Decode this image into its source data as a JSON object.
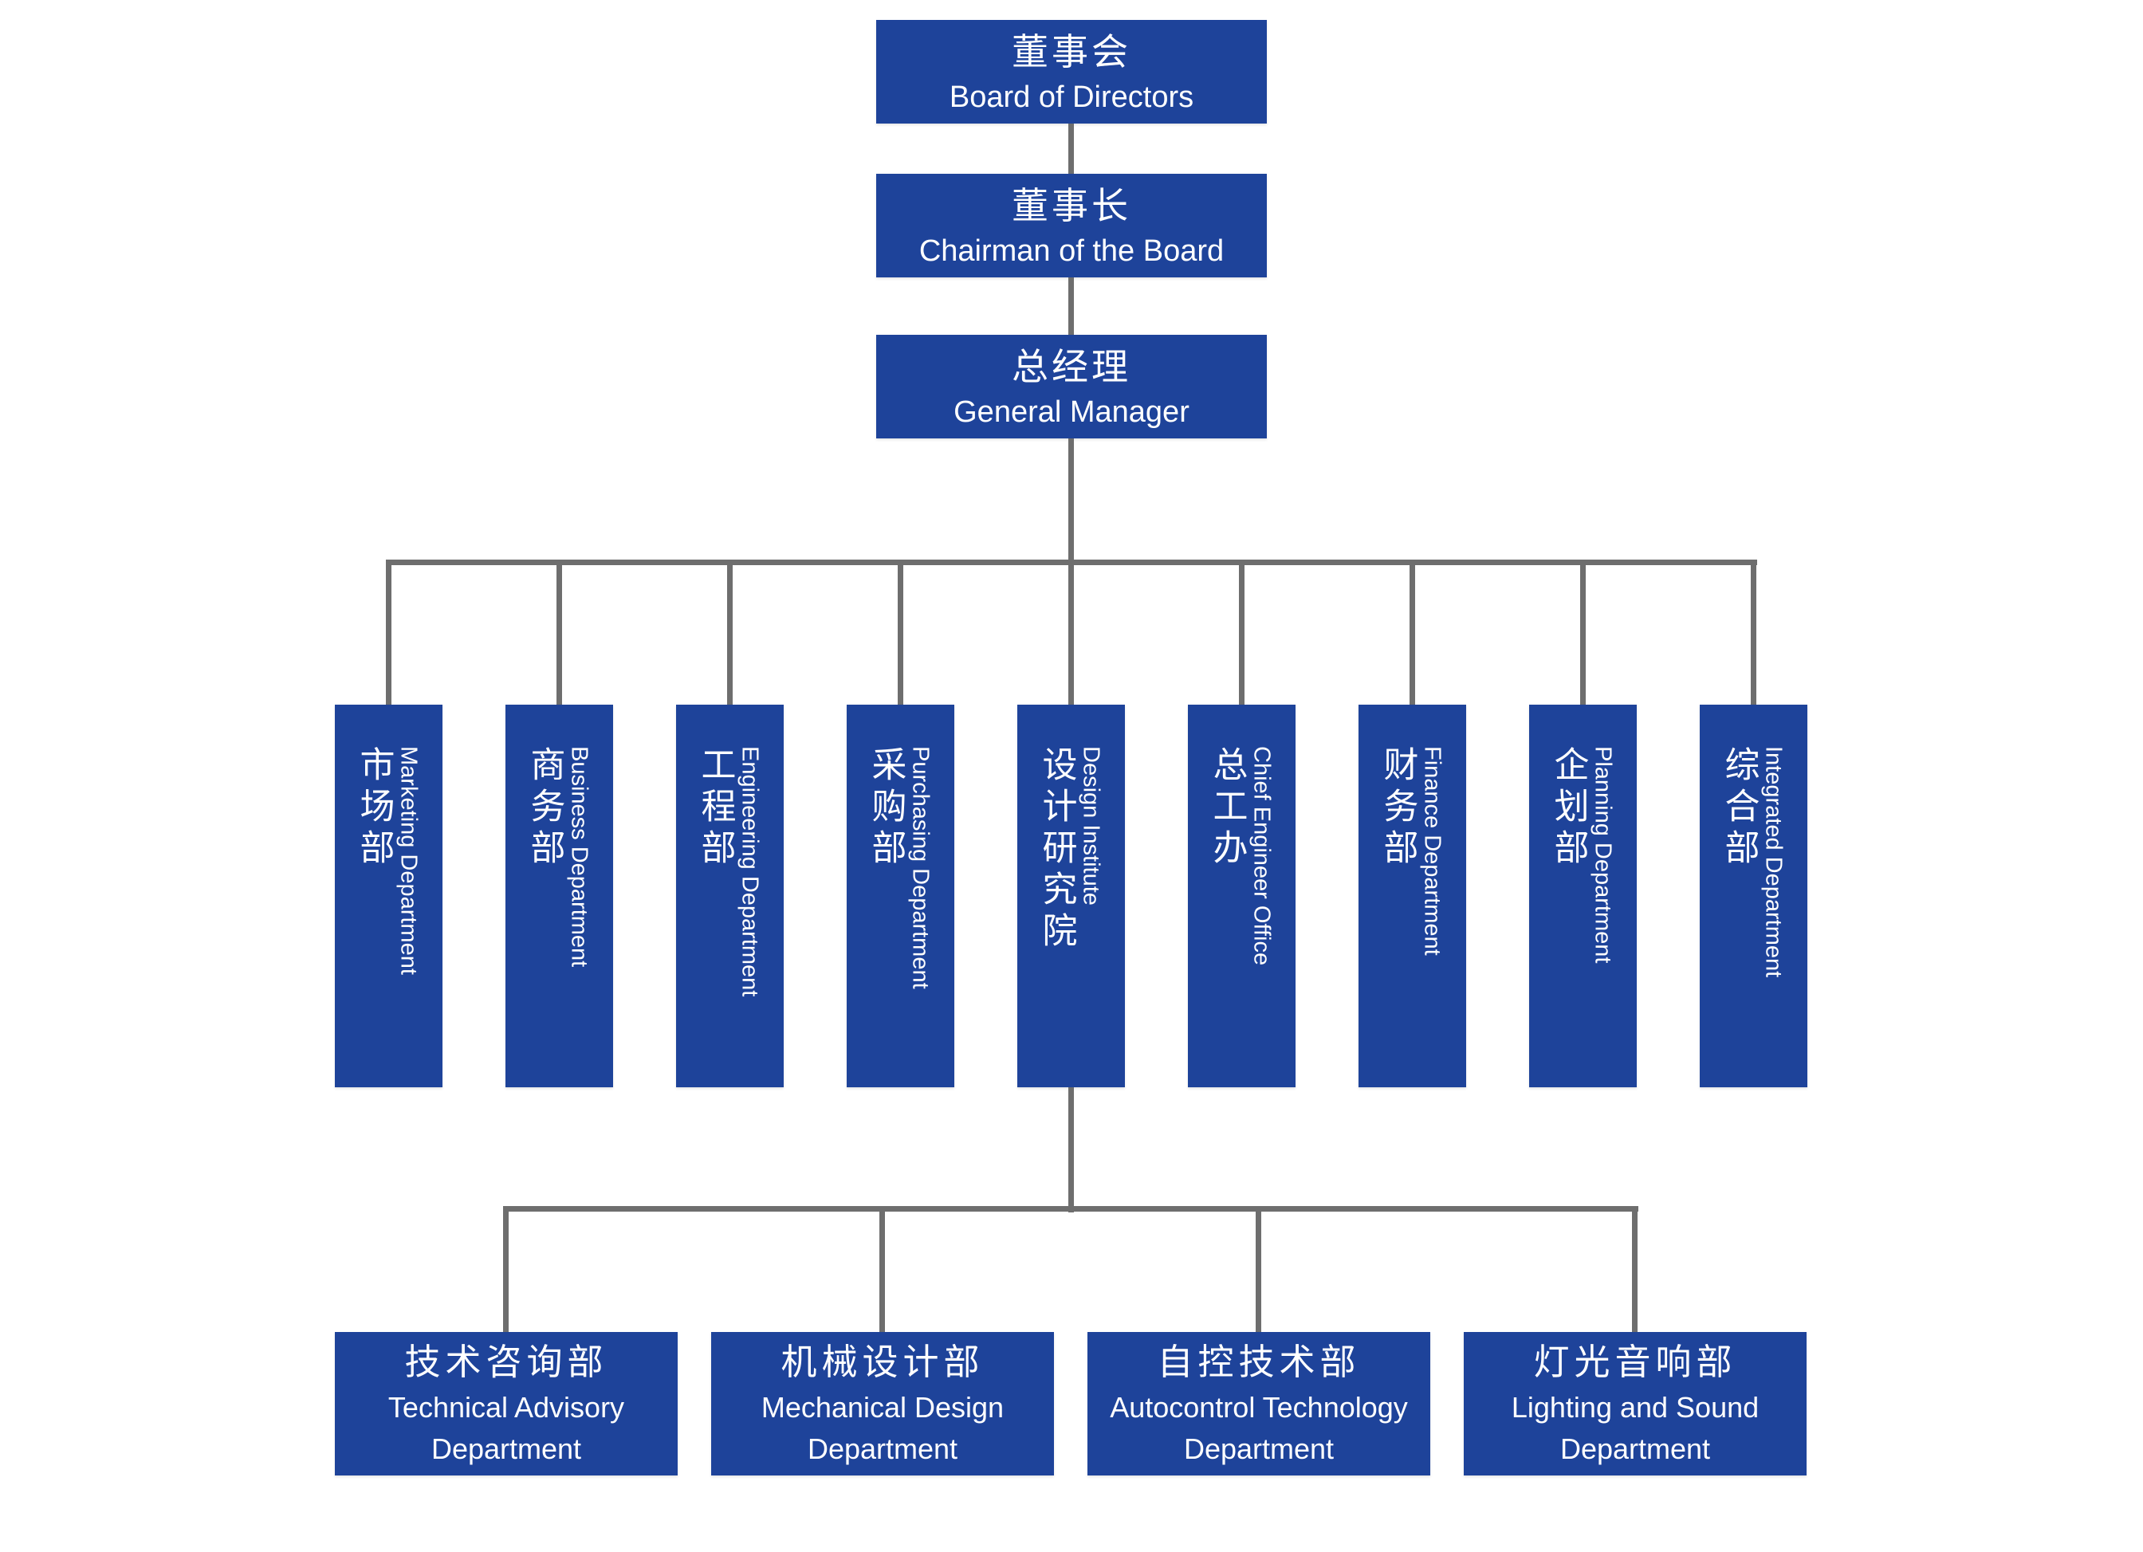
{
  "colors": {
    "box_blue": "#1e439a",
    "connector_gray": "#6e6e6e",
    "text_white": "#ffffff",
    "background_white": "#ffffff"
  },
  "top_nodes": [
    {
      "zh": "董事会",
      "en": "Board of Directors"
    },
    {
      "zh": "董事长",
      "en": "Chairman of the Board"
    },
    {
      "zh": "总经理",
      "en": "General Manager"
    }
  ],
  "middle_nodes": [
    {
      "zh": "市场部",
      "en": "Marketing Department"
    },
    {
      "zh": "商务部",
      "en": "Business Department"
    },
    {
      "zh": "工程部",
      "en": "Engineering Department"
    },
    {
      "zh": "采购部",
      "en": "Purchasing Department"
    },
    {
      "zh": "设计研究院",
      "en": "Design Institute"
    },
    {
      "zh": "总工办",
      "en": "Chief Engineer Office"
    },
    {
      "zh": "财务部",
      "en": "Finance Department"
    },
    {
      "zh": "企划部",
      "en": "Planning Department"
    },
    {
      "zh": "综合部",
      "en": "Integrated Department"
    }
  ],
  "sub_nodes": [
    {
      "zh": "技术咨询部",
      "en": "Technical Advisory Department"
    },
    {
      "zh": "机械设计部",
      "en": "Mechanical Design Department"
    },
    {
      "zh": "自控技术部",
      "en": "Autocontrol Technology Department"
    },
    {
      "zh": "灯光音响部",
      "en": "Lighting and Sound Department"
    }
  ]
}
